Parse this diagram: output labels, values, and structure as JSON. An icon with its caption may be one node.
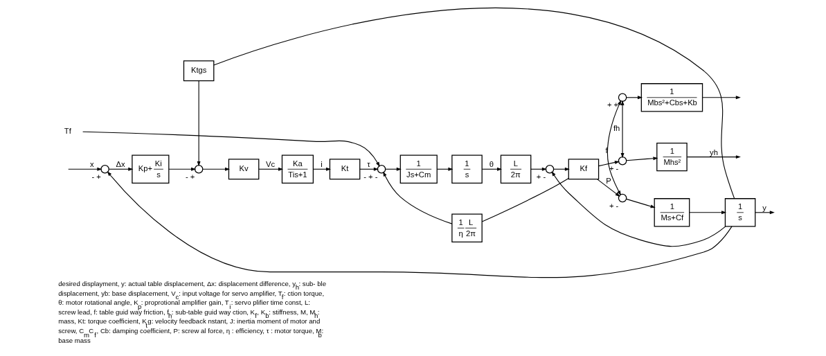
{
  "diagram": {
    "caption": "desired displayment, y: actual table displacement, Δx: displacement difference, y$_{h}$: sub- ble displacement, yb: base displacement, V$_{c}$: input voltage for servo amplifier, T$_{f}$: ction torque, θ: motor rotational angle, K$_{p}$: proprotional amplifier gain, T$_{i}$: servo plifier time const, L: screw lead, f: table guid way friction, f$_{h}$: sub-table guid way ction, K$_{f}$, K$_{b}$: stiffness, M, M$_{h}$: mass, Kt: torque coefficient, K$_{t}$g: velocity feedback nstant, J: inertia moment of motor and screw, C$_{m}$C$_{f}$, Cb: damping coefficient, P: screw al force, η : efficiency, τ : motor torque, M$_{b}$: base mass",
    "nodes": [
      {
        "text": [],
        "shape": "circle",
        "beside": [
          "-",
          "+"
        ]
      },
      {
        "text": [
          "Kp+",
          "Ki",
          "s"
        ]
      },
      {
        "text": [],
        "shape": "circle",
        "beside": [
          "-",
          "+"
        ]
      },
      {
        "text": [
          "Ktgs"
        ]
      },
      {
        "text": [
          "Kv"
        ]
      },
      {
        "text": [
          "Ka",
          "Tis+1"
        ]
      },
      {
        "text": [
          "Kt"
        ]
      },
      {
        "text": [],
        "shape": "circle",
        "beside": [
          "-",
          "+",
          "-"
        ]
      },
      {
        "text": [
          "1",
          "η",
          "L",
          "2π"
        ]
      },
      {
        "text": [
          "Tf"
        ]
      },
      {
        "text": [
          "1",
          "Js+Cm"
        ]
      },
      {
        "text": [
          "1",
          "s"
        ]
      },
      {
        "text": [
          "L",
          "2π"
        ]
      },
      {
        "text": [],
        "shape": "circle",
        "beside": [
          "+",
          "-"
        ]
      },
      {
        "text": [
          "Kf"
        ]
      },
      {
        "text": [],
        "shape": "circle",
        "beside": [
          "+",
          "-"
        ]
      },
      {
        "text": [
          "1",
          "Ms+Cf"
        ]
      },
      {
        "text": [
          "1",
          "s"
        ]
      },
      {
        "text": [],
        "shape": "circle",
        "beside": [
          "+",
          "+"
        ]
      },
      {
        "text": [
          "1",
          "Mbs²+Cbs+Kb"
        ]
      },
      {
        "text": [],
        "shape": "circle",
        "beside": [
          "+",
          "-"
        ]
      },
      {
        "text": [
          "1",
          "Mhs²"
        ]
      }
    ],
    "edges": [
      {
        "from": null,
        "to": 0,
        "arrow": "to",
        "label": "x"
      },
      {
        "from": 0,
        "to": 1,
        "arrow": "to",
        "label": "Δx"
      },
      {
        "from": 1,
        "to": 2,
        "arrow": "to"
      },
      {
        "from": 3,
        "to": 2,
        "arrow": "to"
      },
      {
        "from": 2,
        "to": 4,
        "arrow": "to"
      },
      {
        "from": 4,
        "to": 5,
        "arrow": "to",
        "label": "Vc"
      },
      {
        "from": 5,
        "to": 6,
        "arrow": "to",
        "label": "i"
      },
      {
        "from": 6,
        "to": 7,
        "arrow": "to",
        "label": "τ"
      },
      {
        "from": 8,
        "to": 7,
        "arrow": "to"
      },
      {
        "from": 9,
        "to": 7,
        "arrow": "to"
      },
      {
        "from": 7,
        "to": 10,
        "arrow": "to"
      },
      {
        "from": 10,
        "to": 11,
        "arrow": "to"
      },
      {
        "from": 11,
        "to": 12,
        "arrow": "to",
        "label": "θ"
      },
      {
        "from": 12,
        "to": 13,
        "arrow": "to"
      },
      {
        "from": 13,
        "to": 14,
        "arrow": "to"
      },
      {
        "from": 14,
        "to": 15,
        "arrow": "to",
        "label": "P"
      },
      {
        "from": 14,
        "to": 8,
        "arrow": "none"
      },
      {
        "from": 14,
        "to": 20,
        "arrow": "to"
      },
      {
        "from": 15,
        "to": 16,
        "arrow": "to"
      },
      {
        "from": 16,
        "to": 17,
        "arrow": "to"
      },
      {
        "from": 17,
        "to": null,
        "arrow": "to",
        "label": "y"
      },
      {
        "from": 17,
        "to": 0,
        "arrow": "to"
      },
      {
        "from": 17,
        "to": 3,
        "arrow": "none"
      },
      {
        "from": 17,
        "to": 13,
        "arrow": "to"
      },
      {
        "from": 18,
        "to": 15,
        "arrow": "both",
        "label": "f"
      },
      {
        "from": 18,
        "to": 19,
        "arrow": "to"
      },
      {
        "from": 19,
        "to": null,
        "arrow": "to"
      },
      {
        "from": 18,
        "to": 20,
        "arrow": "both",
        "label": "fh"
      },
      {
        "from": 20,
        "to": 21,
        "arrow": "to"
      },
      {
        "from": 21,
        "to": null,
        "arrow": "to",
        "label": "yh"
      }
    ]
  }
}
